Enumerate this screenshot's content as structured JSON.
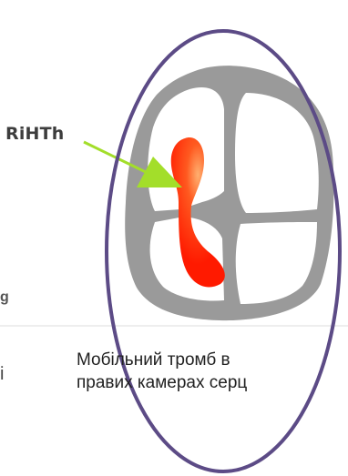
{
  "figure": {
    "label": "RiHTh",
    "caption_line1": "Мобільний тромб в",
    "caption_line2": "правих камерах серц",
    "cut_text_left_1": "g",
    "cut_text_left_2": "і"
  },
  "colors": {
    "ellipse": "#5c4b86",
    "heart_wall": "#9a9a9a",
    "chamber": "#ffffff",
    "thrombus": "#ff1a00",
    "thrombus_highlight": "#ffb070",
    "arrow": "#a3de2a",
    "divider": "#d9d9d9"
  },
  "icons": {
    "arrow": "arrow-right-icon"
  }
}
